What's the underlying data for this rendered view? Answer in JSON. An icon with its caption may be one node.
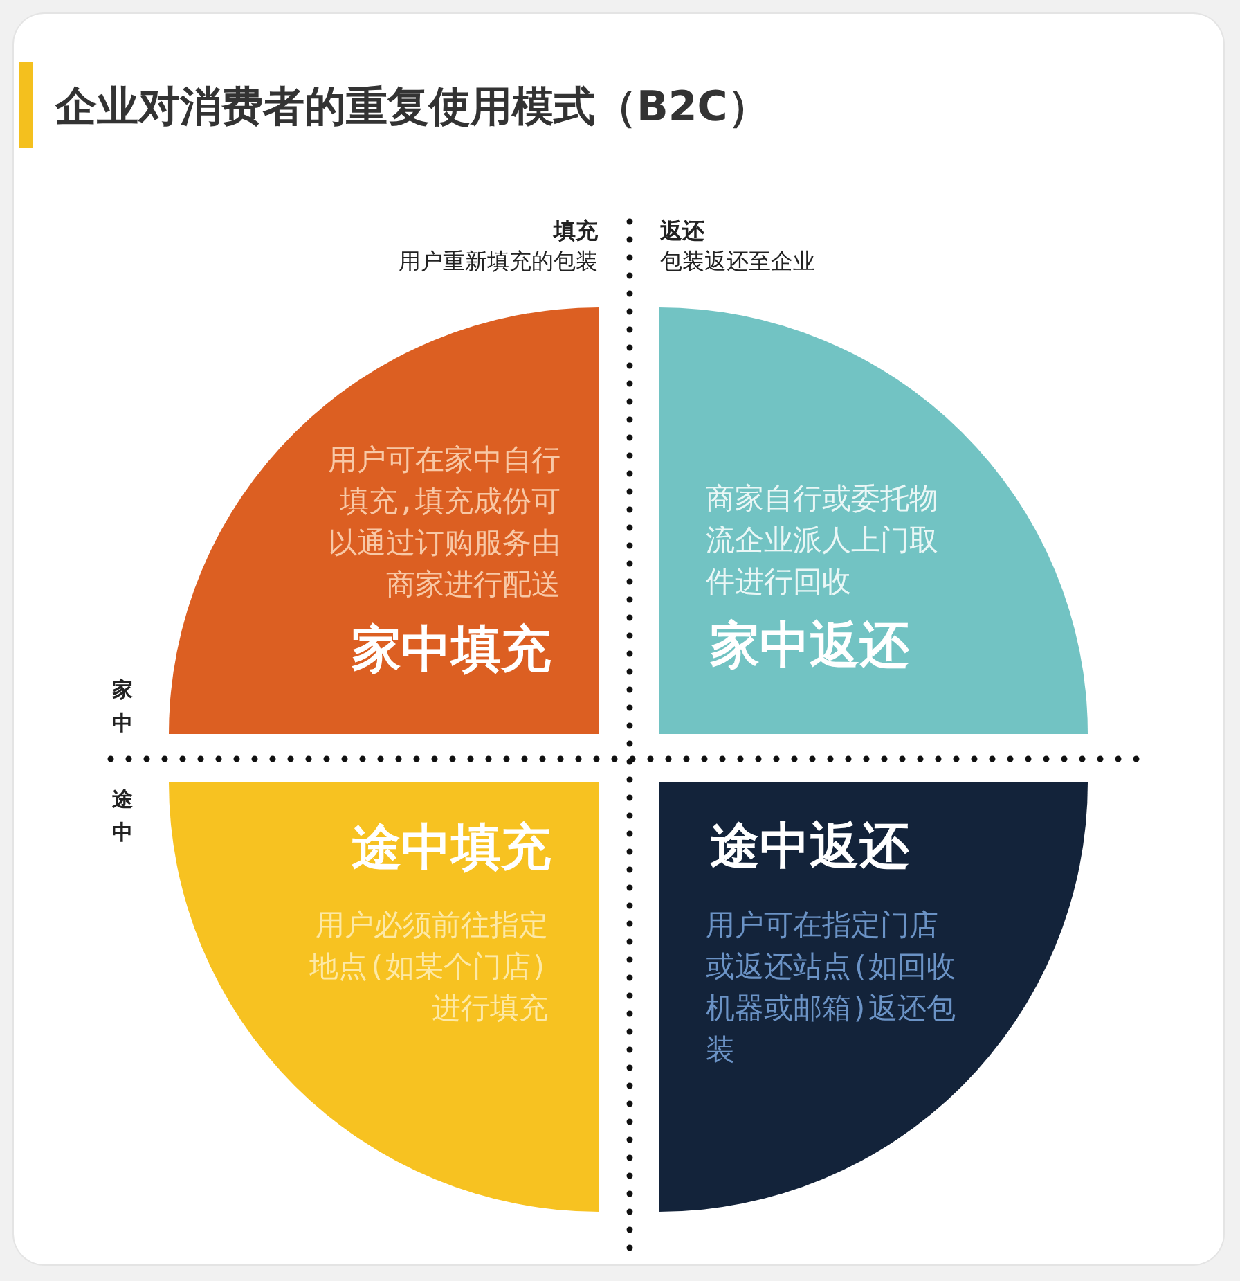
{
  "diagram": {
    "title": "企业对消费者的重复使用模式（B2C）",
    "nodes": [
      {
        "text": [
          "用户可在家中自行填充,填充成份可以通过订购服务由商家进行配送",
          "家中填充"
        ]
      },
      {
        "text": [
          "商家自行或委托物流企业派人上门取件进行回收",
          "家中返还"
        ]
      },
      {
        "text": [
          "途中填充",
          "用户必须前往指定地点(如某个门店)进行填充"
        ]
      },
      {
        "text": [
          "途中返还",
          "用户可在指定门店或返还站点(如回收机器或邮箱)返还包装"
        ]
      }
    ],
    "labels": [
      "填充",
      "用户重新填充的包装",
      "返还",
      "包装返还至企业",
      "家中",
      "途中"
    ]
  }
}
